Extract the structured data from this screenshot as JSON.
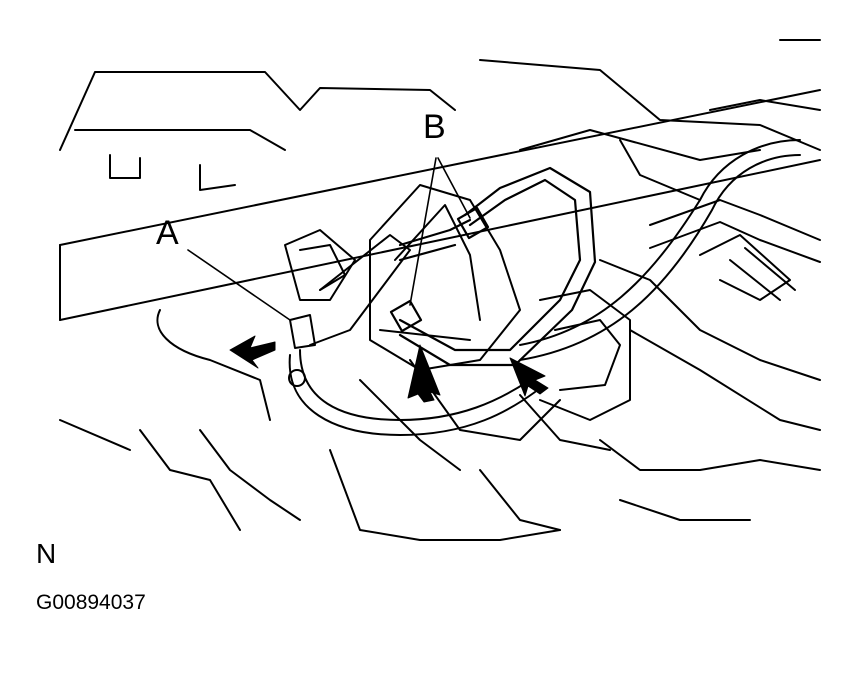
{
  "callouts": {
    "a": "A",
    "b": "B"
  },
  "view_letter": "N",
  "figure_id": "G00894037",
  "colors": {
    "line": "#000000",
    "background": "#ffffff"
  },
  "icons": [
    "arrow-icon"
  ]
}
